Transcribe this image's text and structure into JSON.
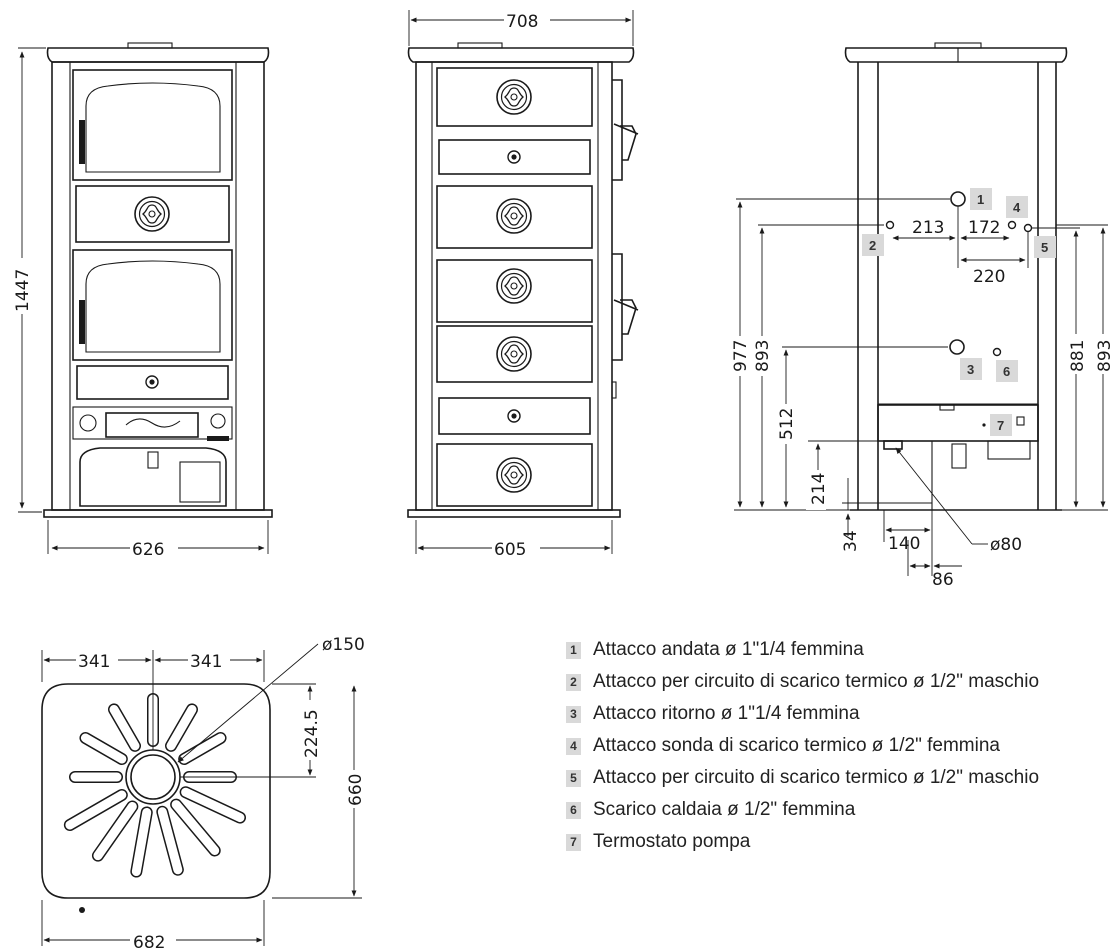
{
  "front_view": {
    "height_dim": "1447",
    "width_dim": "626"
  },
  "side_view": {
    "depth_dim": "708",
    "width_dim": "605"
  },
  "rear_view": {
    "dims": {
      "h_977": "977",
      "h_893_left": "893",
      "h_512": "512",
      "h_214": "214",
      "h_34": "34",
      "h_881": "881",
      "h_893_right": "893",
      "w_213": "213",
      "w_172": "172",
      "w_220": "220",
      "w_140": "140",
      "w_86": "86",
      "flue": "ø80"
    },
    "tags": [
      "1",
      "2",
      "3",
      "4",
      "5",
      "6",
      "7"
    ]
  },
  "top_view": {
    "dims": {
      "left": "341",
      "right": "341",
      "flue": "ø150",
      "offset": "224.5",
      "depth": "660",
      "width": "682"
    }
  },
  "legend": [
    {
      "num": "1",
      "text": "Attacco andata ø 1\"1/4 femmina"
    },
    {
      "num": "2",
      "text": "Attacco per circuito di scarico termico ø 1/2\" maschio"
    },
    {
      "num": "3",
      "text": "Attacco ritorno ø 1\"1/4 femmina"
    },
    {
      "num": "4",
      "text": "Attacco sonda di scarico termico ø 1/2\" femmina"
    },
    {
      "num": "5",
      "text": "Attacco per circuito di scarico termico ø 1/2\" maschio"
    },
    {
      "num": "6",
      "text": "Scarico caldaia ø 1/2\" femmina"
    },
    {
      "num": "7",
      "text": "Termostato pompa"
    }
  ],
  "colors": {
    "line": "#1a1a1a",
    "tag_bg": "#d9d9d9"
  }
}
